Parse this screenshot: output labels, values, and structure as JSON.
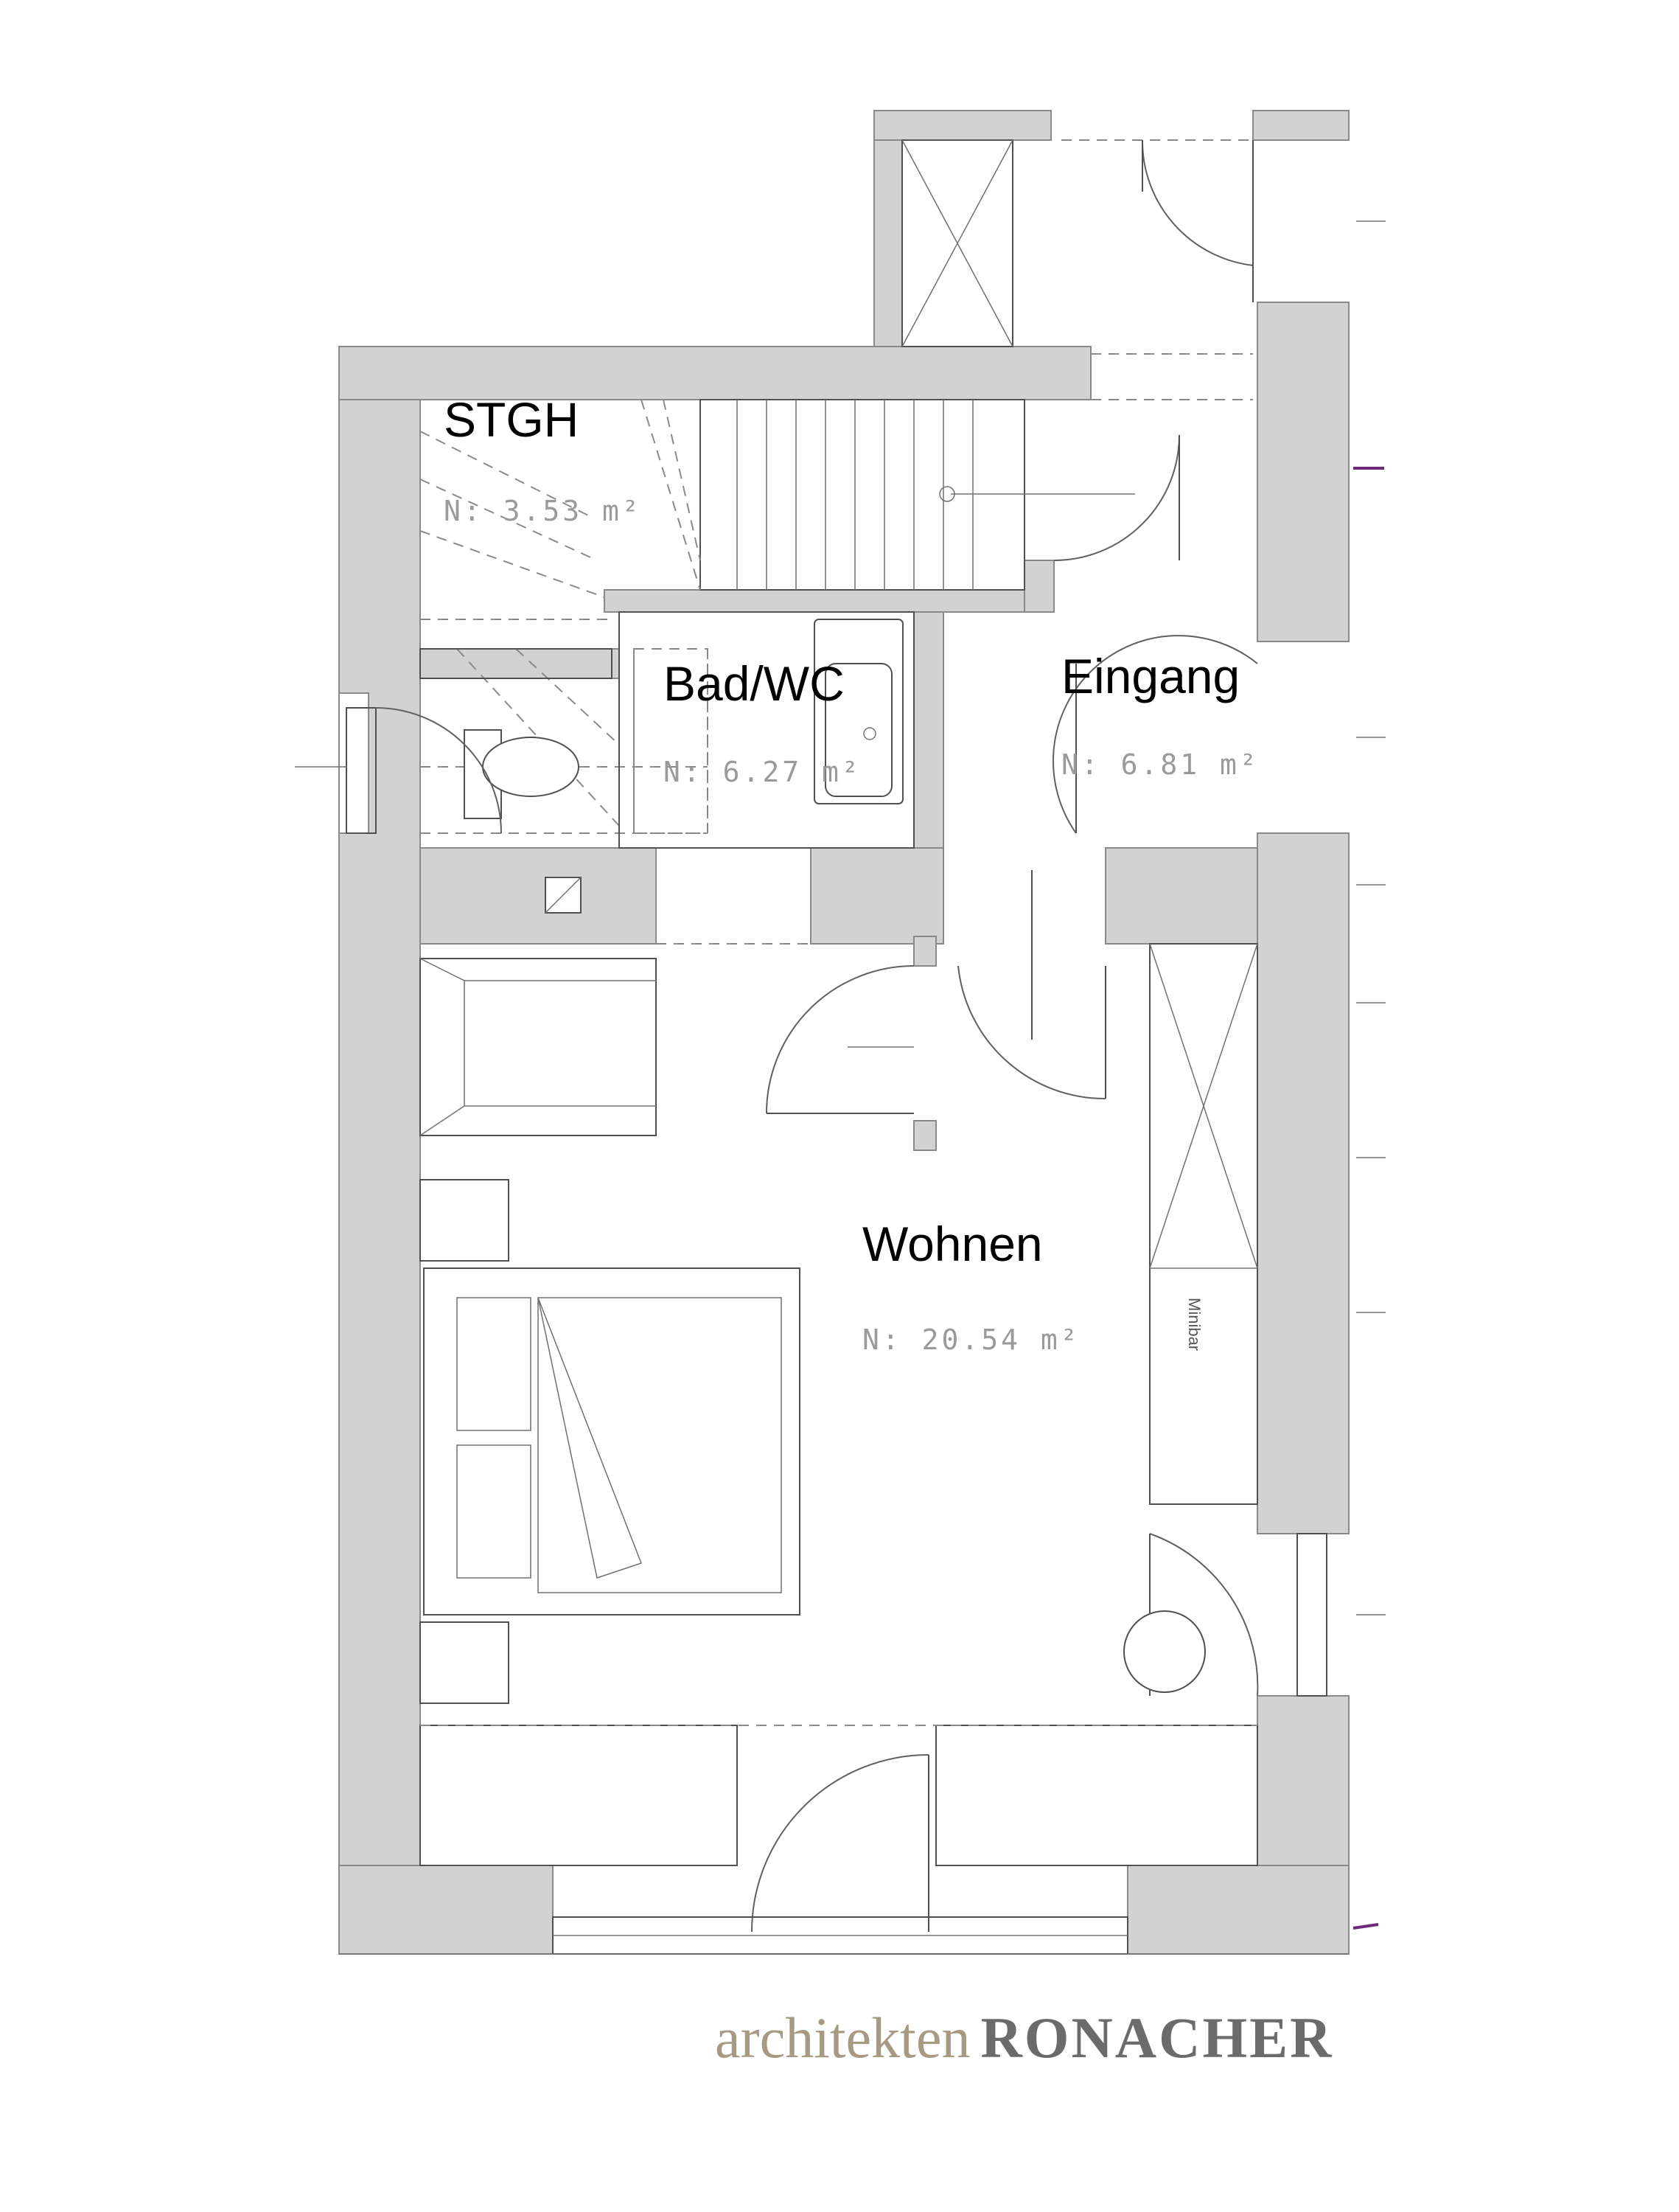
{
  "rooms": {
    "stgh": {
      "name": "STGH",
      "area": "N: 3.53 m²"
    },
    "bad": {
      "name": "Bad/WC",
      "area": "N: 6.27 m²"
    },
    "eingang": {
      "name": "Eingang",
      "area": "N: 6.81 m²"
    },
    "wohnen": {
      "name": "Wohnen",
      "area": "N: 20.54 m²"
    }
  },
  "labels": {
    "minibar": "Minibar"
  },
  "brand": {
    "part1": "architekten",
    "part2": "RONACHER"
  },
  "colors": {
    "wall": "#d2d2d2",
    "brand_gold": "#a89a82",
    "brand_grey": "#6b6b6b"
  }
}
